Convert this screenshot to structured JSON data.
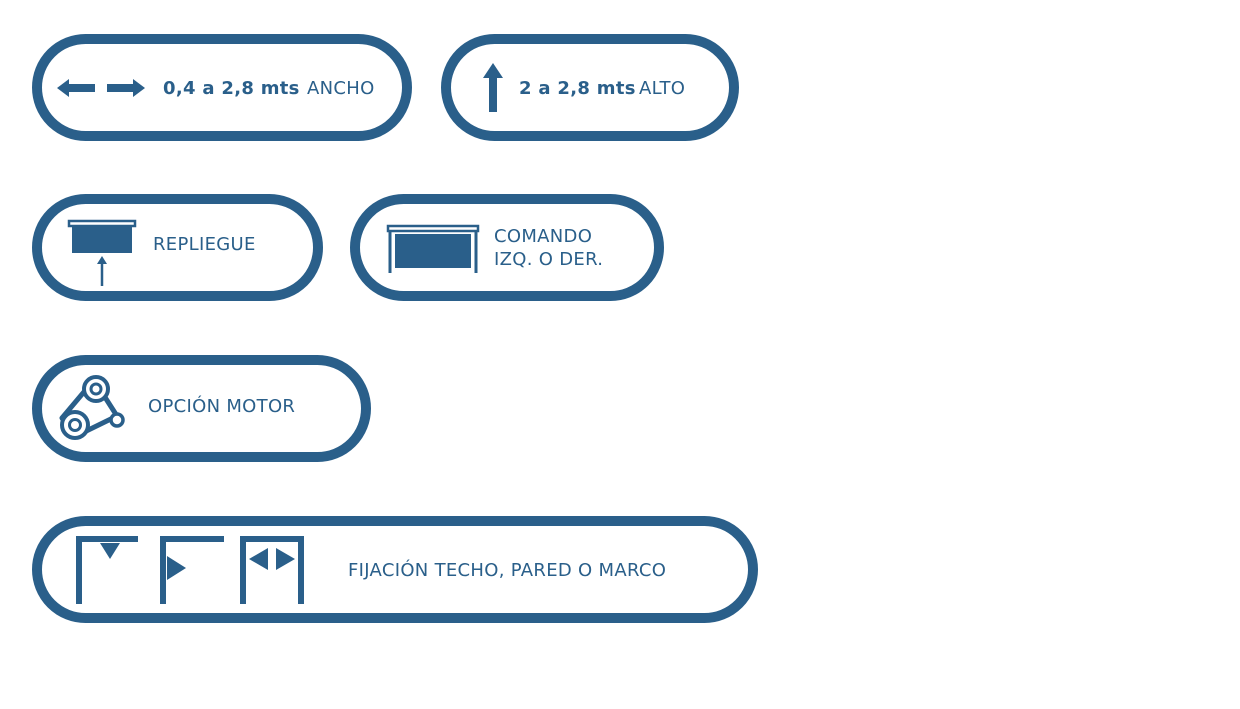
{
  "colors": {
    "primary": "#2a5f8a",
    "background": "#ffffff"
  },
  "features": {
    "width": {
      "icon": "horizontal-arrows-icon",
      "range": "0,4 a 2,8 mts",
      "label": "ANCHO"
    },
    "height": {
      "icon": "up-arrow-icon",
      "range": "2 a 2,8 mts",
      "label": "ALTO"
    },
    "retraction": {
      "icon": "roller-blind-retract-icon",
      "label": "REPLIEGUE"
    },
    "control": {
      "icon": "roller-blind-control-icon",
      "line1": "COMANDO",
      "line2": "IZQ. O DER."
    },
    "motor": {
      "icon": "motor-pulley-icon",
      "label": "OPCIÓN MOTOR"
    },
    "mounting": {
      "icons": [
        "ceiling-mount-icon",
        "wall-mount-icon",
        "frame-mount-icon"
      ],
      "label": "FIJACIÓN TECHO, PARED O MARCO"
    }
  }
}
